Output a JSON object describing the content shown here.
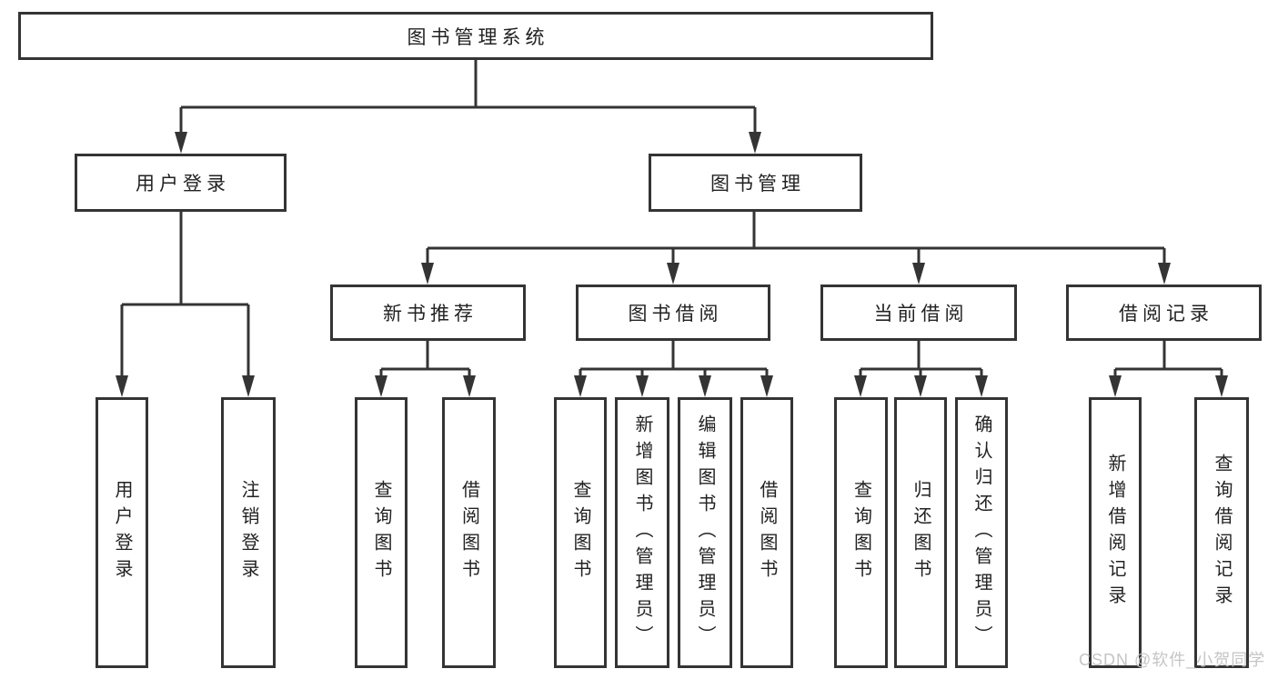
{
  "diagram_title": "图书管理系统",
  "colors": {
    "line": "#343434",
    "box_border": "#343434",
    "text": "#222222",
    "background": "#ffffff",
    "watermark": "#c2c2c2"
  },
  "watermark": {
    "text": "CSDN @软件_小贺同学"
  },
  "tree": {
    "root": {
      "label": "图书管理系统"
    },
    "children": [
      {
        "label": "用户登录",
        "children": [
          {
            "label": "用户登录"
          },
          {
            "label": "注销登录"
          }
        ]
      },
      {
        "label": "图书管理",
        "children": [
          {
            "label": "新书推荐",
            "children": [
              {
                "label": "查询图书"
              },
              {
                "label": "借阅图书"
              }
            ]
          },
          {
            "label": "图书借阅",
            "children": [
              {
                "label": "查询图书"
              },
              {
                "label": "新增图书（管理员）"
              },
              {
                "label": "编辑图书（管理员）"
              },
              {
                "label": "借阅图书"
              }
            ]
          },
          {
            "label": "当前借阅",
            "children": [
              {
                "label": "查询图书"
              },
              {
                "label": "归还图书"
              },
              {
                "label": "确认归还（管理员）"
              }
            ]
          },
          {
            "label": "借阅记录",
            "children": [
              {
                "label": "新增借阅记录"
              },
              {
                "label": "查询借阅记录"
              }
            ]
          }
        ]
      }
    ]
  }
}
